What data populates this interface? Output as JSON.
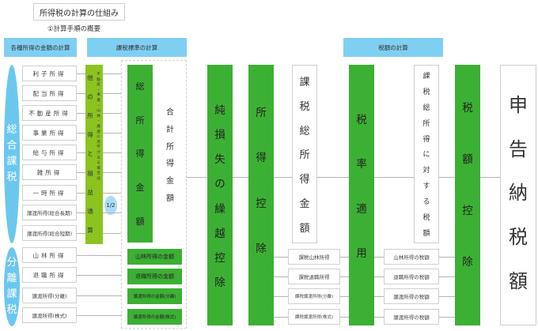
{
  "title": "所得税の計算の仕組み",
  "subtitle": "①計算手順の概要",
  "headers": {
    "income_calc": "各種所得の金額の計算",
    "taxable_calc": "課税標準の計算",
    "tax_calc": "税額の計算"
  },
  "groups": {
    "comprehensive": [
      "総",
      "合",
      "課",
      "税"
    ],
    "separate": [
      "分",
      "離",
      "課",
      "税"
    ]
  },
  "income_items": [
    "利子所得",
    "配当所得",
    "不動産所得",
    "事業所得",
    "給与所得",
    "雑所得",
    "一時所得",
    "譲渡所得(総合長期)",
    "譲渡所得(総合短期)",
    "山林所得",
    "退職所得",
    "譲渡所得(分離)",
    "譲渡所得(株式)"
  ],
  "loss_offset": {
    "main": [
      "他",
      "の",
      "所",
      "得",
      "と",
      "損",
      "益",
      "通",
      "算"
    ],
    "note": "不動産・事業・山林・譲渡に赤字がある場合は",
    "half_label": "1/2"
  },
  "total_income": [
    "総",
    "所",
    "得",
    "金",
    "額"
  ],
  "combined_income": [
    "合",
    "計",
    "所",
    "得",
    "金",
    "額"
  ],
  "separate_amounts": [
    "山林所得の金額",
    "退職所得の金額",
    "譲渡所得の金額(分離)",
    "譲渡所得の金額(株式)"
  ],
  "loss_carryforward": [
    "純",
    "損",
    "失",
    "の",
    "繰",
    "越",
    "控",
    "除"
  ],
  "income_deduction": [
    "所",
    "得",
    "控",
    "除"
  ],
  "taxable_total": [
    "課",
    "税",
    "総",
    "所",
    "得",
    "金",
    "額"
  ],
  "taxable_separate": [
    "課税山林所得",
    "課税退職所得",
    "課税譲渡所得(分離)",
    "課税譲渡所得(株式)"
  ],
  "tax_rate": [
    "税",
    "率",
    "適",
    "用"
  ],
  "tax_on_total": [
    "課",
    "税",
    "総",
    "所",
    "得",
    "に",
    "対",
    "す",
    "る",
    "税",
    "額"
  ],
  "tax_separate": [
    "山林所得の税額",
    "退職所得の税額",
    "譲渡所得の税額",
    "譲渡所得の税額"
  ],
  "tax_credit": [
    "税",
    "額",
    "控",
    "除"
  ],
  "final_tax": [
    "申",
    "告",
    "納",
    "税",
    "額"
  ]
}
